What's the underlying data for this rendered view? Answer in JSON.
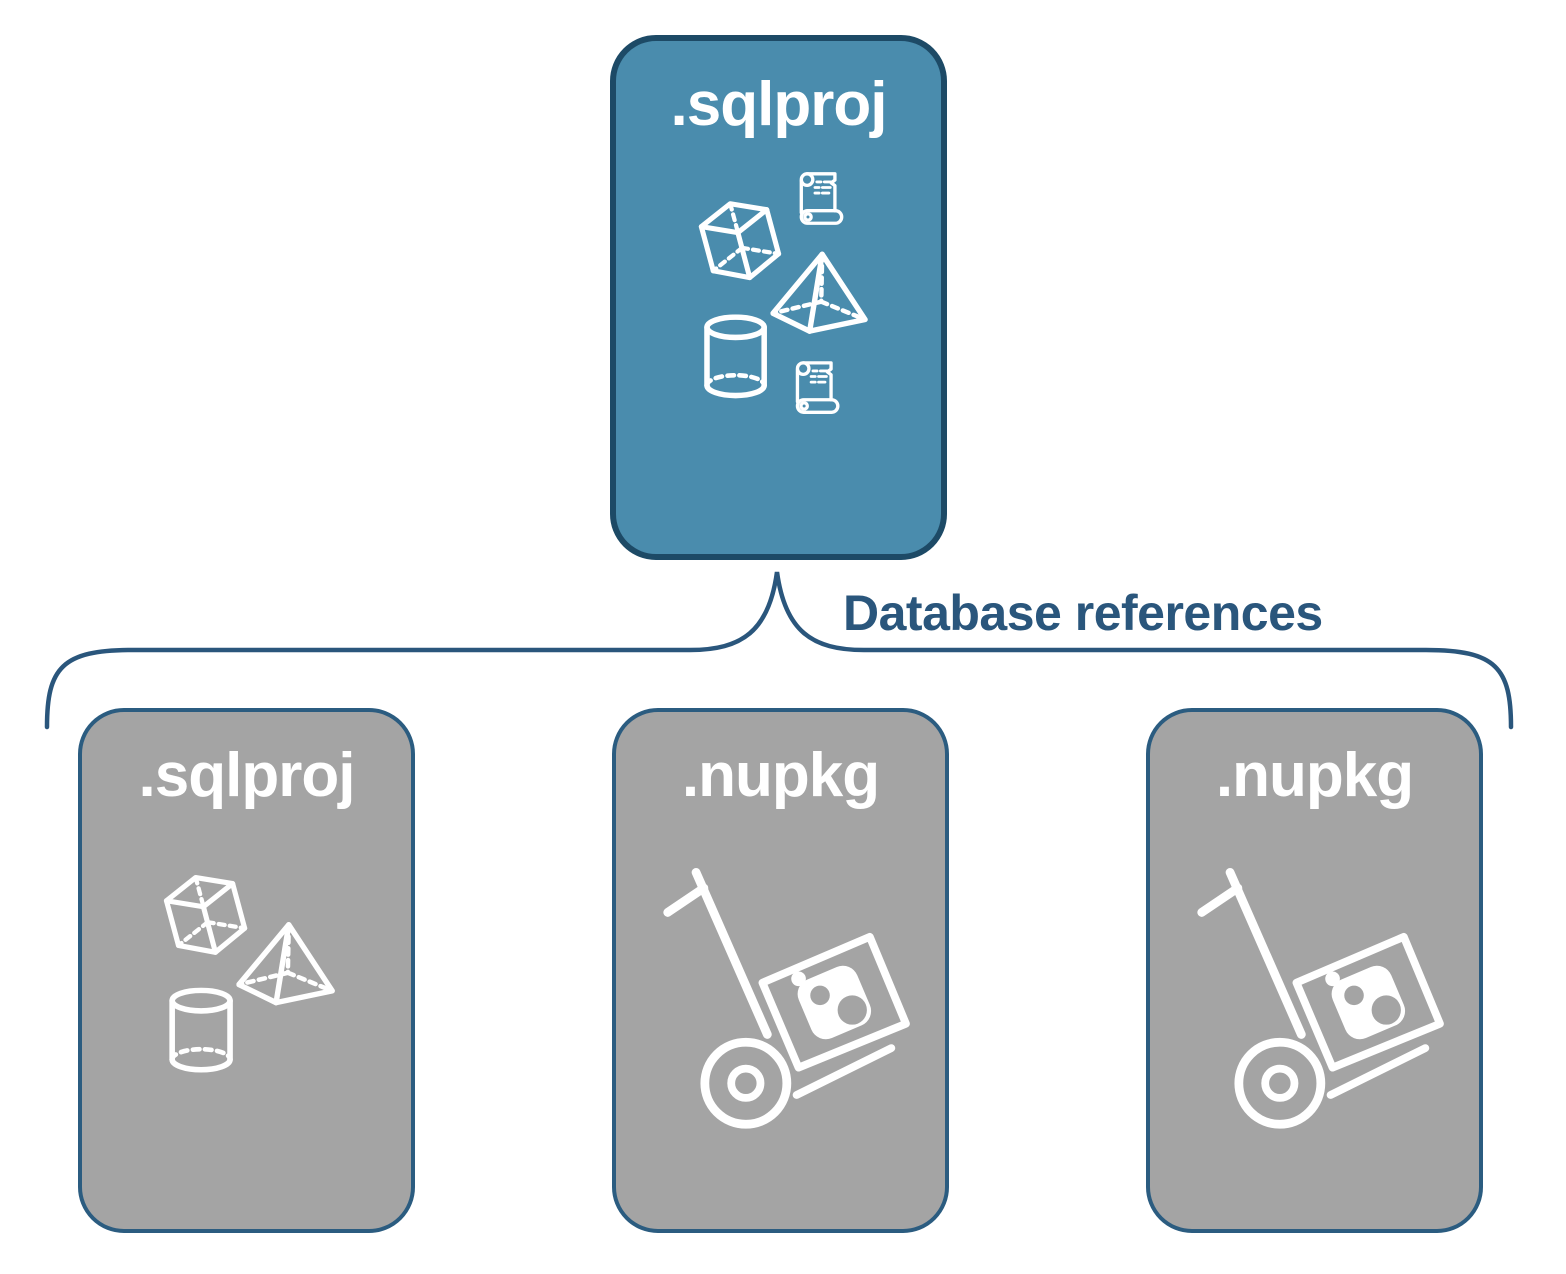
{
  "diagram": {
    "top_card": {
      "label": ".sqlproj",
      "icons": [
        "scroll-icon",
        "cube-icon",
        "pyramid-icon",
        "cylinder-icon",
        "scroll-icon"
      ]
    },
    "connector_label": "Database references",
    "child_cards": [
      {
        "label": ".sqlproj",
        "icons": [
          "cube-icon",
          "pyramid-icon",
          "cylinder-icon"
        ]
      },
      {
        "label": ".nupkg",
        "icons": [
          "nuget-handtruck-icon"
        ]
      },
      {
        "label": ".nupkg",
        "icons": [
          "nuget-handtruck-icon"
        ]
      }
    ],
    "colors": {
      "primary_fill": "#4a8cad",
      "primary_border": "#1d4a66",
      "secondary_fill": "#a4a4a4",
      "secondary_border": "#2b5c80",
      "connector": "#2a567c",
      "icon": "#ffffff"
    }
  }
}
